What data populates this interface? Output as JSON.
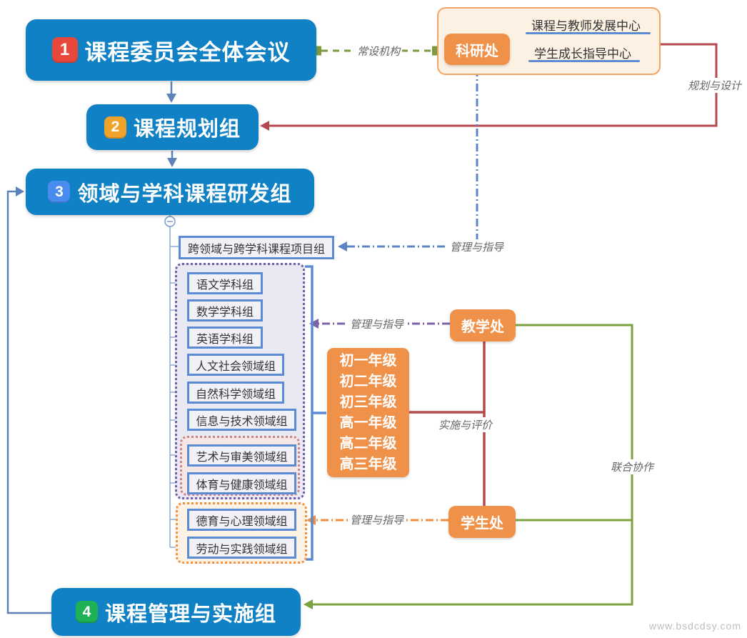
{
  "nodes": {
    "main": [
      {
        "badge": "1",
        "label": "课程委员会全体会议"
      },
      {
        "badge": "2",
        "label": "课程规划组"
      },
      {
        "badge": "3",
        "label": "领域与学科课程研发组"
      },
      {
        "badge": "4",
        "label": "课程管理与实施组"
      }
    ],
    "research_office": {
      "label": "科研处",
      "children": [
        "课程与教师发展中心",
        "学生成长指导中心"
      ]
    },
    "teaching_office": "教学处",
    "student_office": "学生处",
    "project_group": "跨领域与跨学科课程项目组",
    "subject_groups": [
      "语文学科组",
      "数学学科组",
      "英语学科组",
      "人文社会领域组",
      "自然科学领域组",
      "信息与技术领域组",
      "艺术与审美领域组",
      "体育与健康领域组",
      "德育与心理领域组",
      "劳动与实践领域组"
    ],
    "grades": [
      "初一年级",
      "初二年级",
      "初三年级",
      "高一年级",
      "高二年级",
      "高三年级"
    ]
  },
  "edge_labels": {
    "standing_body": "常设机构",
    "plan_design": "规划与设计",
    "manage_guide_research": "管理与指导",
    "manage_guide_teaching": "管理与指导",
    "manage_guide_student": "管理与指导",
    "implement_evaluate": "实施与评价",
    "joint_collaboration": "联合协作"
  },
  "watermark": "www.bsdcdsy.com",
  "colors": {
    "node_blue": "#0f81c4",
    "node_orange": "#f0914a",
    "badge_red": "#e8483b",
    "badge_amber": "#efa32a",
    "badge_blue": "#4a8bf0",
    "badge_green": "#1fb155",
    "edge_steel_blue": "#5d81b8",
    "edge_olive_dashed": "#7d9a3f",
    "edge_maroon": "#b54a4e",
    "edge_blue_dashdot": "#5b84c4",
    "edge_purple_dashdot": "#7e62a8",
    "edge_orange_dashdot": "#f08c3e",
    "edge_green": "#7ba23e",
    "subject_border": "#5b8bd5",
    "container_peach_bg": "#fdf1e3",
    "container_purple_border": "#6f5da5",
    "container_pink_border": "#c98492",
    "container_orange_border": "#f0913f",
    "label_gray": "#666666"
  }
}
